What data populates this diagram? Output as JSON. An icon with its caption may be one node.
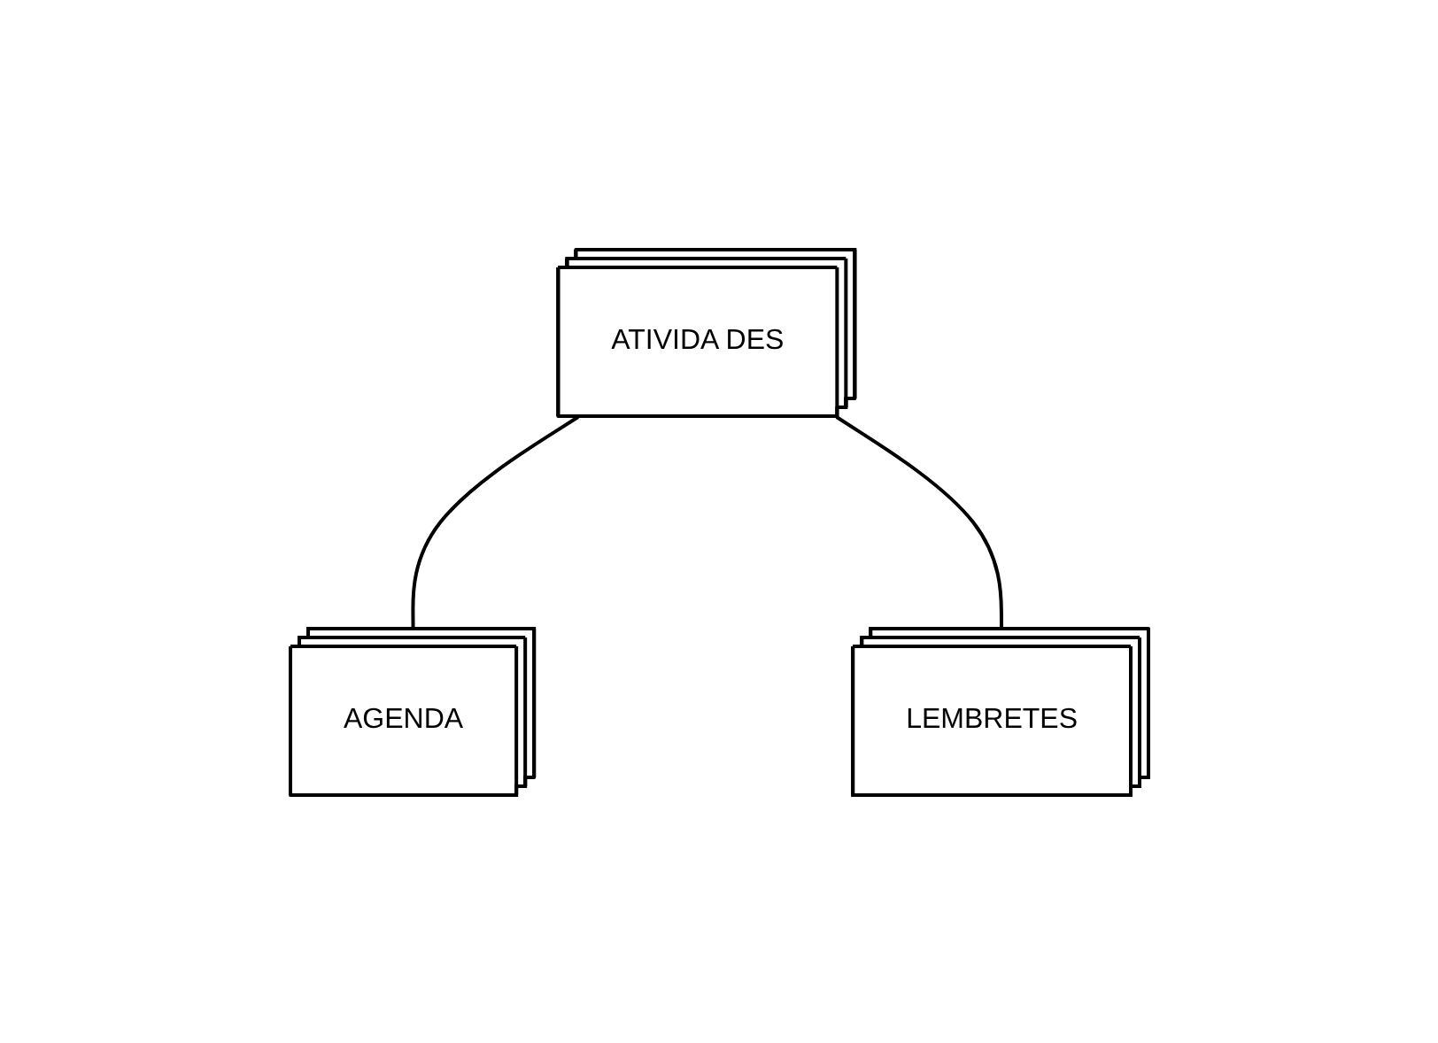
{
  "diagram": {
    "nodes": [
      {
        "text": [
          "ATIVIDA DES"
        ]
      },
      {
        "text": [
          "AGENDA"
        ]
      },
      {
        "text": [
          "LEMBRETES"
        ]
      }
    ],
    "edges": [
      {
        "from": 0,
        "to": 1,
        "arrow": "none"
      },
      {
        "from": 0,
        "to": 2,
        "arrow": "none"
      }
    ]
  }
}
